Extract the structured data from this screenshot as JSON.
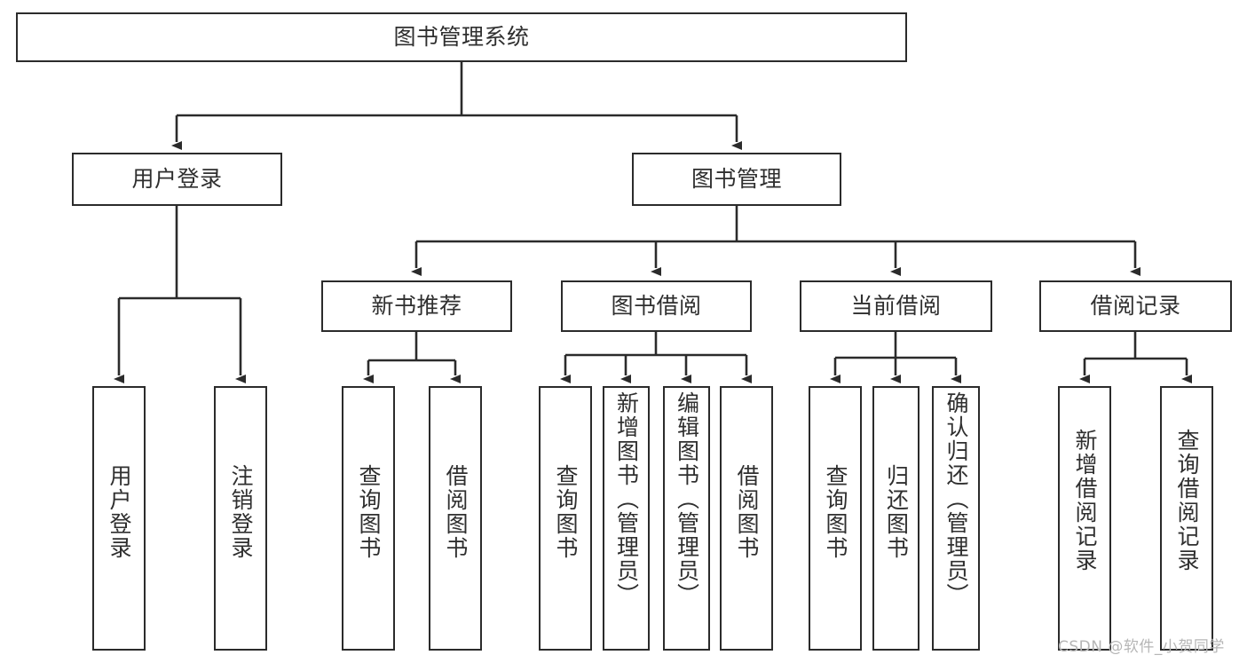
{
  "diagram": {
    "type": "hierarchy-tree",
    "title": "图书管理系统",
    "orientation": "top-down",
    "root": {
      "label": "图书管理系统"
    },
    "level2": [
      {
        "label": "用户登录"
      },
      {
        "label": "图书管理"
      }
    ],
    "level3": [
      {
        "label": "新书推荐",
        "parent": "图书管理"
      },
      {
        "label": "图书借阅",
        "parent": "图书管理"
      },
      {
        "label": "当前借阅",
        "parent": "图书管理"
      },
      {
        "label": "借阅记录",
        "parent": "图书管理"
      }
    ],
    "leaves": [
      {
        "label": "用户登录",
        "parent": "用户登录"
      },
      {
        "label": "注销登录",
        "parent": "用户登录"
      },
      {
        "label": "查询图书",
        "parent": "新书推荐"
      },
      {
        "label": "借阅图书",
        "parent": "新书推荐"
      },
      {
        "label": "查询图书",
        "parent": "图书借阅"
      },
      {
        "label": "新增图书（管理员）",
        "parent": "图书借阅"
      },
      {
        "label": "编辑图书（管理员）",
        "parent": "图书借阅"
      },
      {
        "label": "借阅图书",
        "parent": "图书借阅"
      },
      {
        "label": "查询图书",
        "parent": "当前借阅"
      },
      {
        "label": "归还图书",
        "parent": "当前借阅"
      },
      {
        "label": "确认归还（管理员）",
        "parent": "当前借阅"
      },
      {
        "label": "新增借阅记录",
        "parent": "借阅记录"
      },
      {
        "label": "查询借阅记录",
        "parent": "借阅记录"
      }
    ],
    "watermark": "CSDN @软件_小贺同学",
    "colors": {
      "background": "#ffffff",
      "box_fill": "#ffffff",
      "box_border": "#2b2b2b",
      "connector": "#2b2b2b",
      "text": "#2f2f2f",
      "watermark": "#b6b6b6"
    }
  }
}
